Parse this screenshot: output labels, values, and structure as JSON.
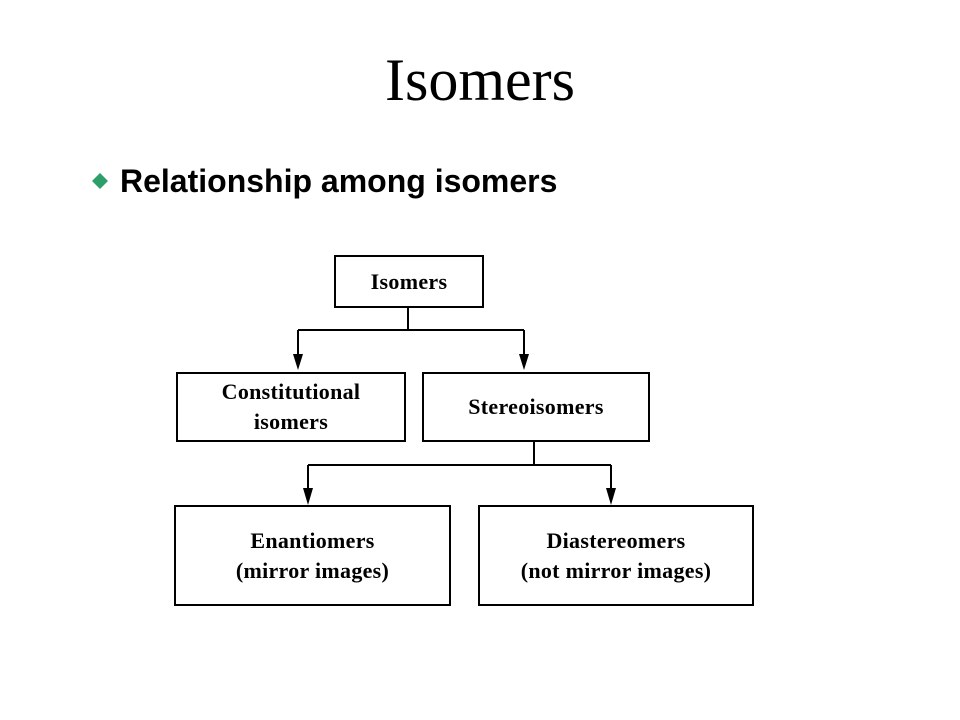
{
  "slide": {
    "title": "Isomers",
    "bullet": "Relationship among isomers"
  },
  "colors": {
    "bullet": "#2e9e6a",
    "line": "#000000"
  },
  "icons": {
    "bullet": "diamond-bullet-icon"
  },
  "diagram": {
    "root": {
      "line1": "Isomers"
    },
    "constitutional": {
      "line1": "Constitutional",
      "line2": "isomers"
    },
    "stereo": {
      "line1": "Stereoisomers"
    },
    "enantiomers": {
      "line1": "Enantiomers",
      "line2": "(mirror images)"
    },
    "diastereomers": {
      "line1": "Diastereomers",
      "line2": "(not mirror images)"
    }
  }
}
